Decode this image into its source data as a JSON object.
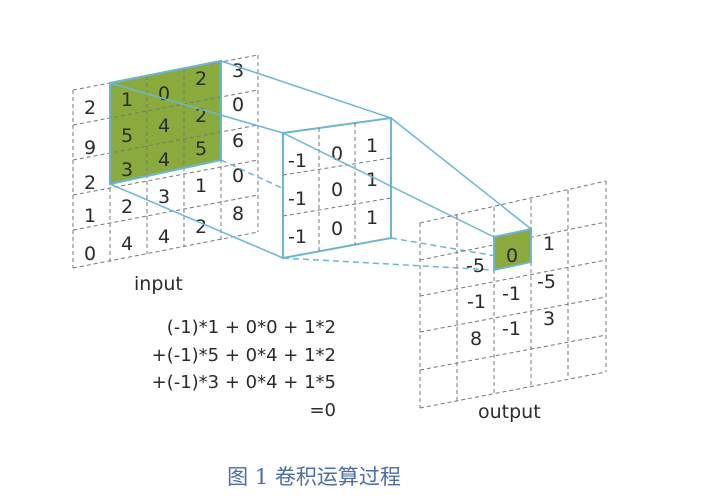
{
  "input": {
    "label": "input",
    "grid": [
      [
        "",
        "",
        "",
        "",
        ""
      ],
      [
        "",
        "",
        "",
        "",
        ""
      ],
      [
        "",
        "",
        "",
        "",
        ""
      ],
      [
        "",
        "",
        "",
        "",
        ""
      ],
      [
        "",
        "",
        "",
        "",
        ""
      ]
    ],
    "extra_numbers": [
      "2",
      "9",
      "2",
      "1",
      "0",
      "1",
      "0",
      "2",
      "3",
      "5",
      "4",
      "2",
      "0",
      "3",
      "4",
      "5",
      "6",
      "2",
      "3",
      "1",
      "0",
      "4",
      "4",
      "2",
      "8"
    ]
  },
  "kernel": {
    "values": [
      [
        "-1",
        "0",
        "1"
      ],
      [
        "-1",
        "0",
        "1"
      ],
      [
        "-1",
        "0",
        "1"
      ]
    ]
  },
  "output": {
    "label": "output",
    "values": [
      [
        "-5",
        "0",
        "1"
      ],
      [
        "-1",
        "-1",
        "-5"
      ],
      [
        "8",
        "-1",
        "3"
      ]
    ]
  },
  "formula": {
    "line1": "(-1)*1 +  0*0 + 1*2",
    "line2": "+(-1)*5 +  0*4 + 1*2",
    "line3": "+(-1)*3 +  0*4 + 1*5",
    "line4": "=0"
  },
  "caption": {
    "text": "图 1 卷积运算过程"
  },
  "colors": {
    "highlight": "#8aab3c",
    "connector": "#6bb7d1",
    "grid_line": "#777777"
  }
}
